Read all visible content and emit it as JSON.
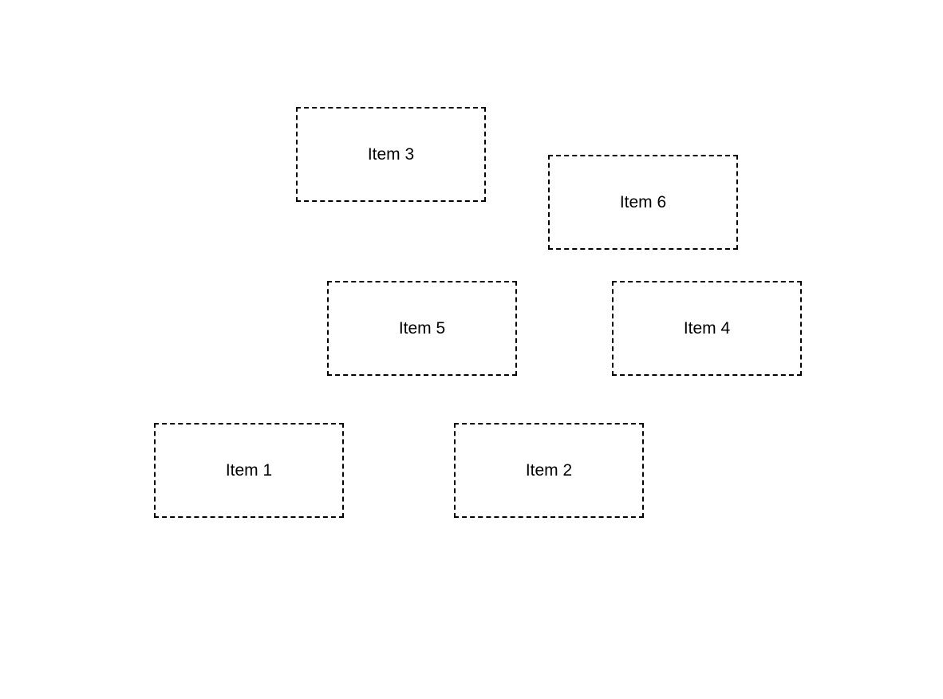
{
  "items": [
    {
      "label": "Item 3"
    },
    {
      "label": "Item 6"
    },
    {
      "label": "Item 5"
    },
    {
      "label": "Item 4"
    },
    {
      "label": "Item 1"
    },
    {
      "label": "Item 2"
    }
  ],
  "colors": {
    "background": "#ffffff",
    "border": "#000000",
    "text": "#000000"
  }
}
